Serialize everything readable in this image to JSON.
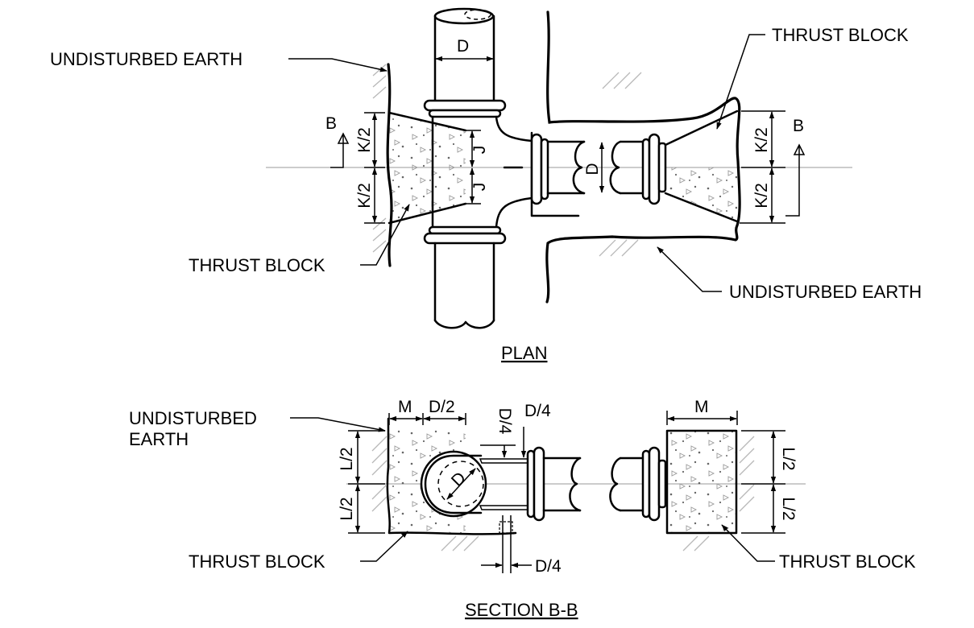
{
  "plan": {
    "title": "PLAN",
    "undisturbed_earth_left": "UNDISTURBED EARTH",
    "undisturbed_earth_right": "UNDISTURBED EARTH",
    "thrust_block_left": "THRUST BLOCK",
    "thrust_block_right": "THRUST BLOCK",
    "dim_d_top": "D",
    "dim_d_mid": "D",
    "dim_k2": "K/2",
    "dim_j": "J",
    "section_mark": "B"
  },
  "section": {
    "title": "SECTION B-B",
    "undisturbed_earth_line1": "UNDISTURBED",
    "undisturbed_earth_line2": "EARTH",
    "thrust_block_left": "THRUST BLOCK",
    "thrust_block_right": "THRUST BLOCK",
    "dim_m": "M",
    "dim_d2": "D/2",
    "dim_d4": "D/4",
    "dim_l2": "L/2",
    "dim_d": "D"
  },
  "colors": {
    "line": "#000000",
    "centerline": "#9a9a9a",
    "hatch": "#b8b8b8",
    "concrete_mark": "#888888"
  }
}
